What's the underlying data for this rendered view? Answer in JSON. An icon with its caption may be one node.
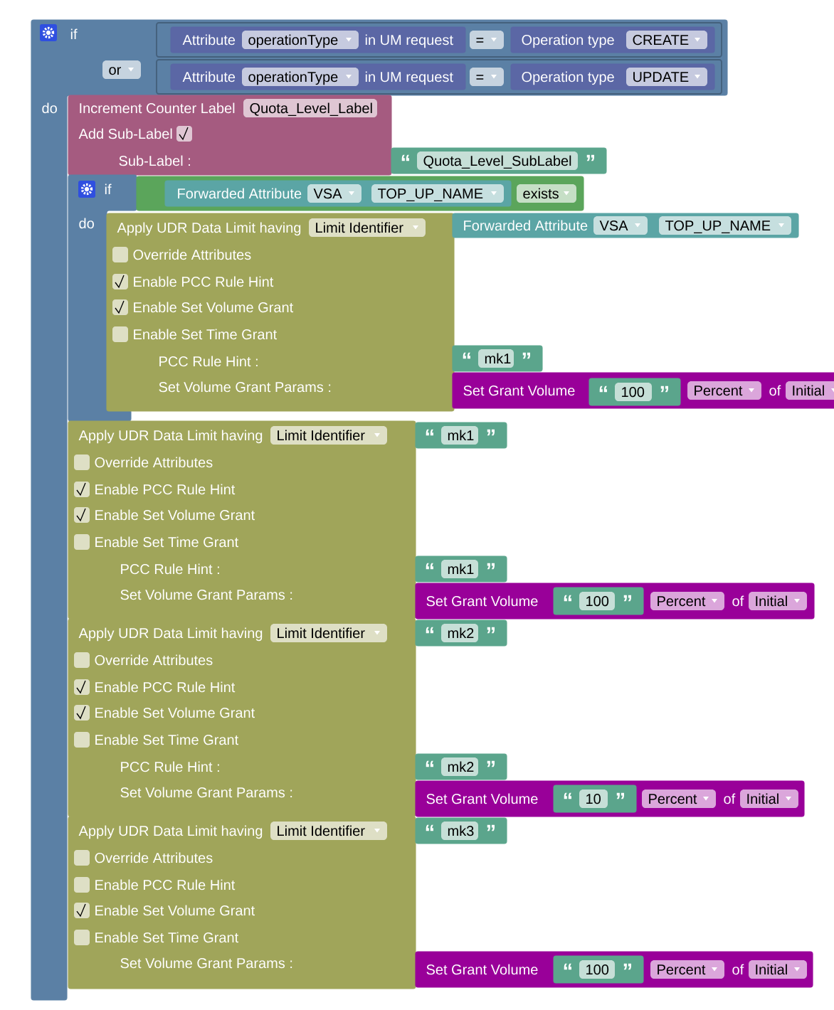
{
  "diagram": {
    "nodes": [
      {
        "text": [
          "if",
          "or",
          "do"
        ]
      },
      {
        "text": [
          "="
        ],
        "in": 0
      },
      {
        "text": [
          "Attribute",
          "operationType",
          "in UM request"
        ],
        "in": 1
      },
      {
        "text": [
          "Operation type",
          "CREATE"
        ],
        "in": 1
      },
      {
        "text": [
          "="
        ],
        "in": 0
      },
      {
        "text": [
          "Attribute",
          "operationType",
          "in UM request"
        ],
        "in": 4
      },
      {
        "text": [
          "Operation type",
          "UPDATE"
        ],
        "in": 4
      },
      {
        "text": [
          "Increment Counter Label",
          "Quota_Level_Label",
          "Add Sub-Label",
          "Sub-Label :"
        ]
      },
      {
        "text": [
          "“",
          "Quota_Level_SubLabel",
          "”"
        ]
      },
      {
        "text": [
          "if",
          "do"
        ]
      },
      {
        "text": [
          "exists"
        ]
      },
      {
        "text": [
          "Forwarded Attribute",
          "VSA",
          "TOP_UP_NAME"
        ],
        "in": 10
      },
      {
        "text": [
          "Apply UDR Data Limit having",
          "Limit Identifier",
          "Override Attributes",
          "Enable PCC Rule Hint",
          "Enable Set Volume Grant",
          "Enable Set Time Grant",
          "PCC Rule Hint :",
          "Set Volume Grant Params :"
        ]
      },
      {
        "text": [
          "Forwarded Attribute",
          "VSA",
          "TOP_UP_NAME"
        ]
      },
      {
        "text": [
          "“",
          "mk1",
          "”"
        ]
      },
      {
        "text": [
          "Set Grant Volume",
          "Percent",
          "of",
          "Initial"
        ]
      },
      {
        "text": [
          "“",
          "100",
          "”"
        ],
        "in": 15
      },
      {
        "text": [
          "Apply UDR Data Limit having",
          "Limit Identifier",
          "Override Attributes",
          "Enable PCC Rule Hint",
          "Enable Set Volume Grant",
          "Enable Set Time Grant",
          "PCC Rule Hint :",
          "Set Volume Grant Params :"
        ]
      },
      {
        "text": [
          "“",
          "mk1",
          "”"
        ]
      },
      {
        "text": [
          "“",
          "mk1",
          "”"
        ]
      },
      {
        "text": [
          "Set Grant Volume",
          "Percent",
          "of",
          "Initial"
        ]
      },
      {
        "text": [
          "“",
          "100",
          "”"
        ],
        "in": 20
      },
      {
        "text": [
          "Apply UDR Data Limit having",
          "Limit Identifier",
          "Override Attributes",
          "Enable PCC Rule Hint",
          "Enable Set Volume Grant",
          "Enable Set Time Grant",
          "PCC Rule Hint :",
          "Set Volume Grant Params :"
        ]
      },
      {
        "text": [
          "“",
          "mk2",
          "”"
        ]
      },
      {
        "text": [
          "“",
          "mk2",
          "”"
        ]
      },
      {
        "text": [
          "Set Grant Volume",
          "Percent",
          "of",
          "Initial"
        ]
      },
      {
        "text": [
          "“",
          "10",
          "”"
        ],
        "in": 25
      },
      {
        "text": [
          "Apply UDR Data Limit having",
          "Limit Identifier",
          "Override Attributes",
          "Enable PCC Rule Hint",
          "Enable Set Volume Grant",
          "Enable Set Time Grant",
          "Set Volume Grant Params :"
        ]
      },
      {
        "text": [
          "“",
          "mk3",
          "”"
        ]
      },
      {
        "text": [
          "Set Grant Volume",
          "Percent",
          "of",
          "Initial"
        ]
      },
      {
        "text": [
          "“",
          "100",
          "”"
        ],
        "in": 29
      }
    ]
  }
}
